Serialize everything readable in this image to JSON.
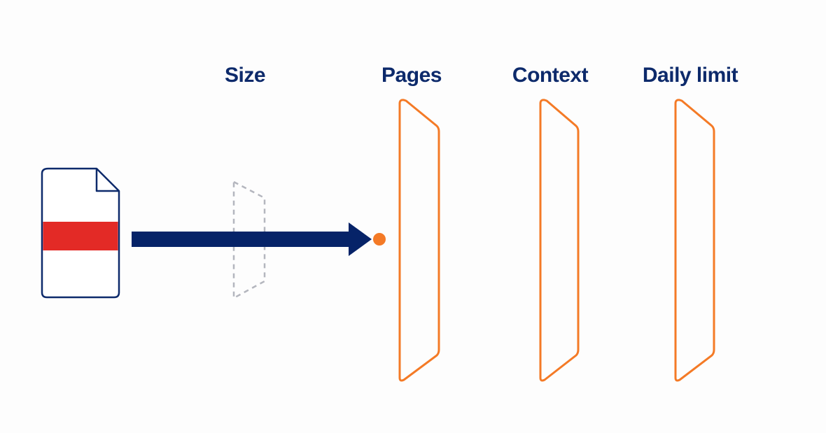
{
  "colors": {
    "background": "#fdfdfd",
    "navy": "#0d2a6b",
    "arrow": "#062368",
    "orange": "#f47a26",
    "red": "#e32a26",
    "dashed_gray": "#b4b6be",
    "document_fill": "#ffffff"
  },
  "labels": {
    "size": "Size",
    "pages": "Pages",
    "context": "Context",
    "daily_limit": "Daily limit"
  },
  "icons": {
    "document": "document-icon",
    "arrow": "right-arrow-icon"
  }
}
